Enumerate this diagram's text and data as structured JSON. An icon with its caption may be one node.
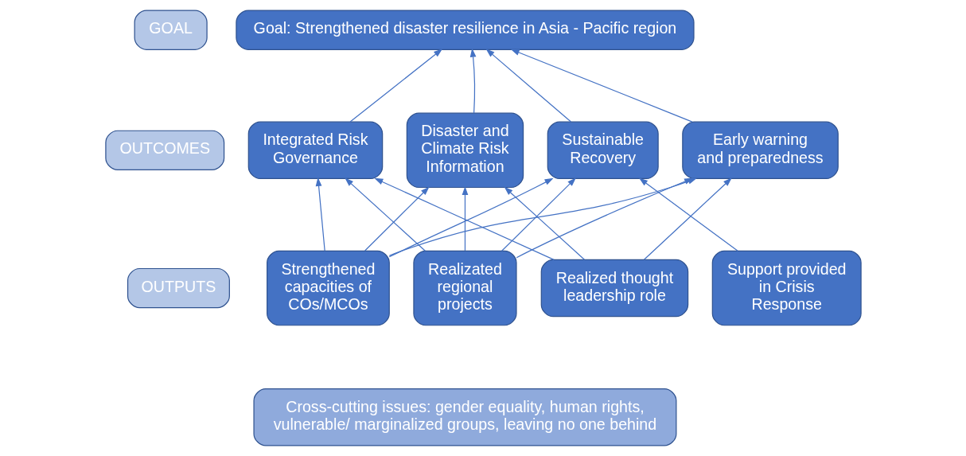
{
  "diagram": {
    "nodes": [
      {
        "text": [
          "GOAL"
        ]
      },
      {
        "text": [
          "OUTCOMES"
        ]
      },
      {
        "text": [
          "OUTPUTS"
        ]
      },
      {
        "text": [
          "Goal: Strengthened disaster resilience in Asia - Pacific region"
        ]
      },
      {
        "text": [
          "Integrated Risk Governance"
        ]
      },
      {
        "text": [
          "Disaster and Climate Risk Information"
        ]
      },
      {
        "text": [
          "Sustainable Recovery"
        ]
      },
      {
        "text": [
          "Early warning and preparedness"
        ]
      },
      {
        "text": [
          "Strengthened capacities of COs/MCOs"
        ]
      },
      {
        "text": [
          "Realizated regional projects"
        ]
      },
      {
        "text": [
          "Realized thought leadership role"
        ]
      },
      {
        "text": [
          "Support provided in Crisis Response"
        ]
      },
      {
        "text": [
          "Cross-cutting issues: gender equality, human rights, vulnerable/ marginalized groups, leaving no one behind"
        ]
      }
    ],
    "edges": [
      {
        "from": 4,
        "to": 3,
        "arrow": "to"
      },
      {
        "from": 5,
        "to": 3,
        "arrow": "to"
      },
      {
        "from": 6,
        "to": 3,
        "arrow": "to"
      },
      {
        "from": 7,
        "to": 3,
        "arrow": "to"
      },
      {
        "from": 8,
        "to": 4,
        "arrow": "to"
      },
      {
        "from": 8,
        "to": 5,
        "arrow": "to"
      },
      {
        "from": 8,
        "to": 6,
        "arrow": "to"
      },
      {
        "from": 8,
        "to": 7,
        "arrow": "to"
      },
      {
        "from": 9,
        "to": 4,
        "arrow": "to"
      },
      {
        "from": 9,
        "to": 5,
        "arrow": "to"
      },
      {
        "from": 9,
        "to": 6,
        "arrow": "to"
      },
      {
        "from": 9,
        "to": 7,
        "arrow": "to"
      },
      {
        "from": 10,
        "to": 4,
        "arrow": "to"
      },
      {
        "from": 10,
        "to": 5,
        "arrow": "to"
      },
      {
        "from": 10,
        "to": 7,
        "arrow": "to"
      },
      {
        "from": 11,
        "to": 6,
        "arrow": "to"
      }
    ]
  }
}
